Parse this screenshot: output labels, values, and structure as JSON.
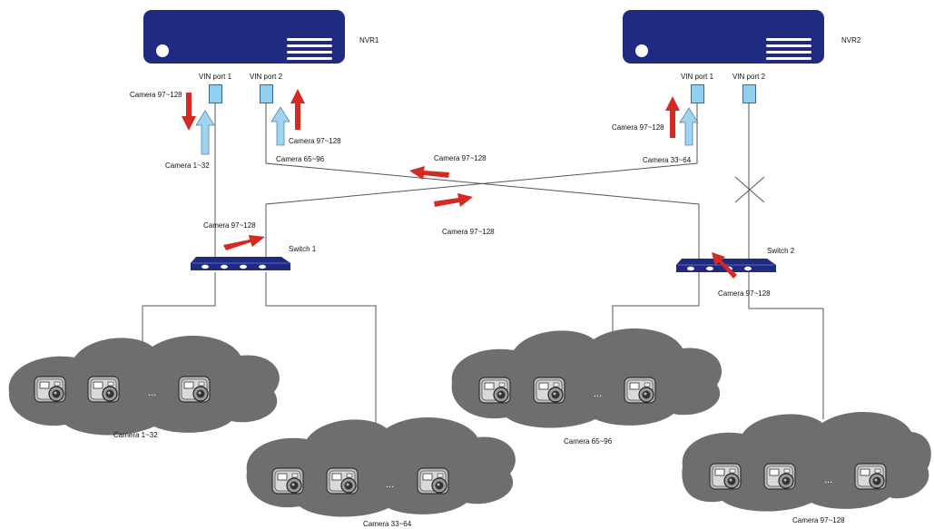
{
  "nvr1": {
    "name": "NVR1",
    "port1": "VIN port 1",
    "port2": "VIN port 2"
  },
  "nvr2": {
    "name": "NVR2",
    "port1": "VIN port 1",
    "port2": "VIN port 2"
  },
  "switch1": "Switch 1",
  "switch2": "Switch 2",
  "flow_labels": {
    "nvr1_port1_out": "Camera 97~128",
    "nvr1_port1_in": "Camera 1~32",
    "nvr1_port2_in": "Camera 65~96",
    "nvr1_port2_out": "Camera 97~128",
    "cross_upper": "Camera 97~128",
    "cross_lower": "Camera 97~128",
    "switch1_up": "Camera 97~128",
    "nvr2_port1_out": "Camera 97~128",
    "nvr2_port1_in": "Camera 33~64",
    "switch2_in": "Camera 97~128"
  },
  "camera_groups": [
    {
      "label": "Camera 1~32",
      "ellipsis": "..."
    },
    {
      "label": "Camera 33~64",
      "ellipsis": "..."
    },
    {
      "label": "Camera 65~96",
      "ellipsis": "..."
    },
    {
      "label": "Camera 97~128",
      "ellipsis": "..."
    }
  ],
  "colors": {
    "device_blue": "#1f2a80",
    "port_blue": "#8fd0f2",
    "arrow_red": "#d42a24",
    "arrow_blue": "#9fd3f0",
    "cloud_gray": "#6e6e6e",
    "line": "#555555"
  },
  "icons": [
    "nvr-device-icon",
    "switch-icon",
    "camera-icon",
    "cloud-icon",
    "broken-link-x-icon",
    "flow-arrow-icon"
  ]
}
